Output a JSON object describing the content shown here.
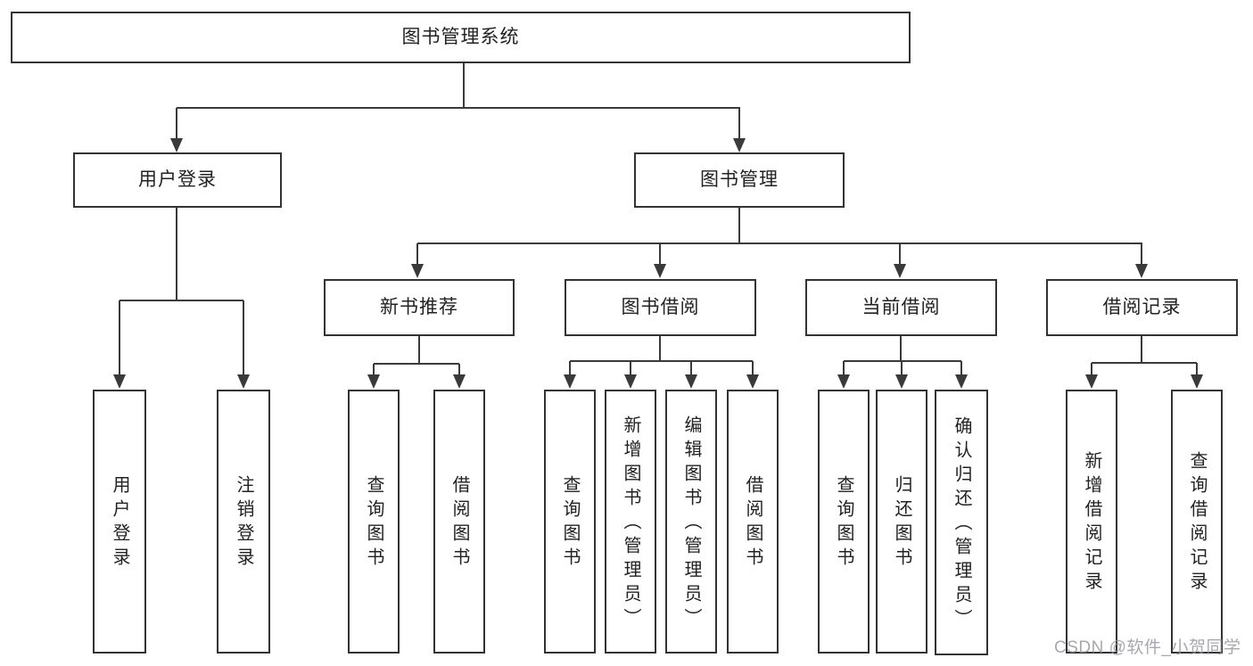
{
  "tree": {
    "label": "图书管理系统",
    "children": [
      {
        "label": "用户登录",
        "children": [
          {
            "label": "用户登录"
          },
          {
            "label": "注销登录"
          }
        ]
      },
      {
        "label": "图书管理",
        "children": [
          {
            "label": "新书推荐",
            "children": [
              {
                "label": "查询图书"
              },
              {
                "label": "借阅图书"
              }
            ]
          },
          {
            "label": "图书借阅",
            "children": [
              {
                "label": "查询图书"
              },
              {
                "label": "新增图书（管理员）"
              },
              {
                "label": "编辑图书（管理员）"
              },
              {
                "label": "借阅图书"
              }
            ]
          },
          {
            "label": "当前借阅",
            "children": [
              {
                "label": "查询图书"
              },
              {
                "label": "归还图书"
              },
              {
                "label": "确认归还（管理员）"
              }
            ]
          },
          {
            "label": "借阅记录",
            "children": [
              {
                "label": "新增借阅记录"
              },
              {
                "label": "查询借阅记录"
              }
            ]
          }
        ]
      }
    ]
  },
  "watermark": "CSDN @软件_小贺同学",
  "colors": {
    "background": "#ffffff",
    "box_border": "#333333",
    "connector_line": "#3a3a3a",
    "node_text": "#222222",
    "watermark_text": "#94949c"
  }
}
